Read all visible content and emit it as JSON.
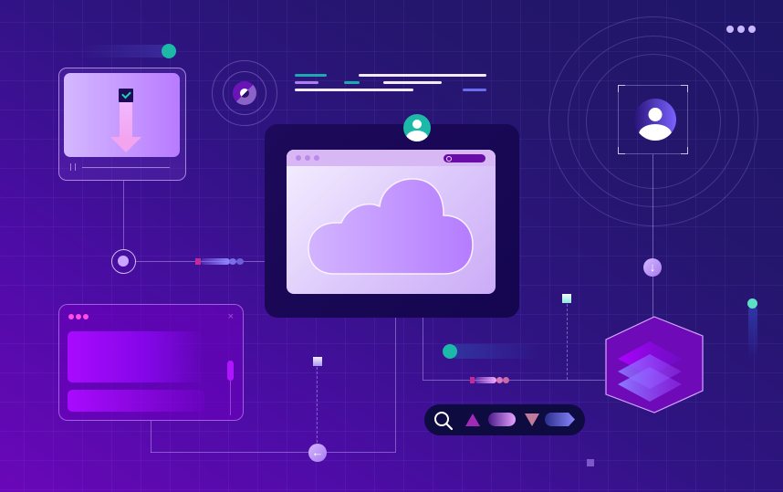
{
  "scene": {
    "title": "Cloud network illustration",
    "colors": {
      "bg_dark": "#1f1668",
      "bg_purple": "#6a07b8",
      "teal": "#1cb9a9",
      "lilac": "#c8b6ff",
      "magenta": "#ff4de6"
    }
  },
  "download_panel": {
    "icon": "download-arrow-icon",
    "check": "checkbox-checked-icon",
    "control": "pause-icon"
  },
  "scanner": {
    "icon": "radar-icon"
  },
  "text_lines": {
    "icon": "text-placeholder-lines"
  },
  "main_window": {
    "avatar": "user-avatar-icon",
    "browser_dots": 3,
    "search": "search-icon",
    "content": "cloud-icon"
  },
  "top_right": {
    "menu": "more-dots-icon",
    "profile": "user-avatar-icon",
    "connector": "arrow-down-icon"
  },
  "bottom_left_window": {
    "dots": 3,
    "close": "×",
    "scroll": "scrollbar"
  },
  "layers": {
    "icon": "layers-stack-icon"
  },
  "toolbar": {
    "items": [
      "search-icon",
      "triangle-up-icon",
      "pill-shape",
      "triangle-down-icon",
      "arrow-tag-shape"
    ]
  },
  "connectors": {
    "left_arrow": "←",
    "down_arrow": "↓"
  }
}
